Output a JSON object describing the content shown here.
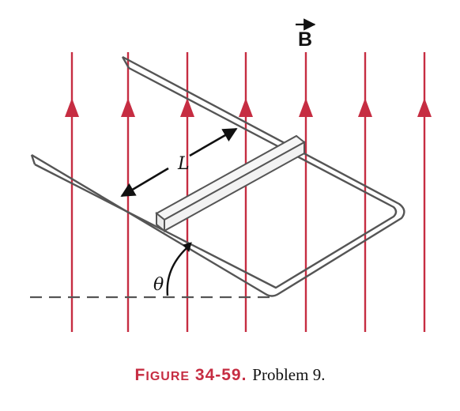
{
  "figure": {
    "field_label": "B",
    "length_label": "L",
    "angle_label": "θ",
    "colors": {
      "field_lines": "#c62d42",
      "wire": "#555555",
      "rod_fill": "#f2f2f2",
      "caption_accent": "#c62d42",
      "dashed": "#555555"
    }
  },
  "caption": {
    "figure_word_first": "F",
    "figure_word_rest": "IGURE",
    "figure_number": "34-59.",
    "text": "Problem 9."
  }
}
